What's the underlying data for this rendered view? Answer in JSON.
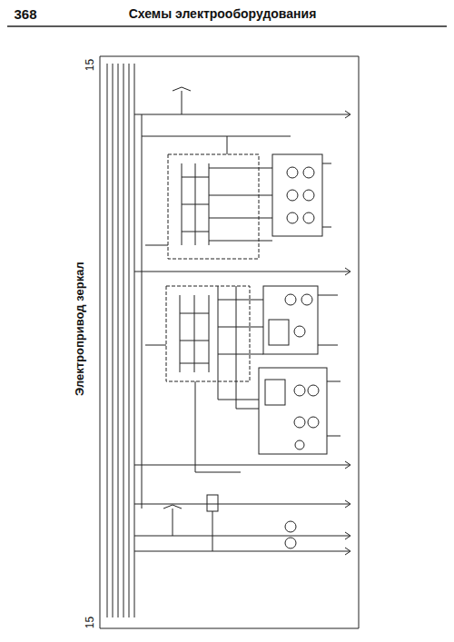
{
  "diagram": {
    "title": "Электропривод зеркал",
    "labels": [
      "368",
      "Схемы электрооборудования",
      "15",
      "15"
    ]
  }
}
